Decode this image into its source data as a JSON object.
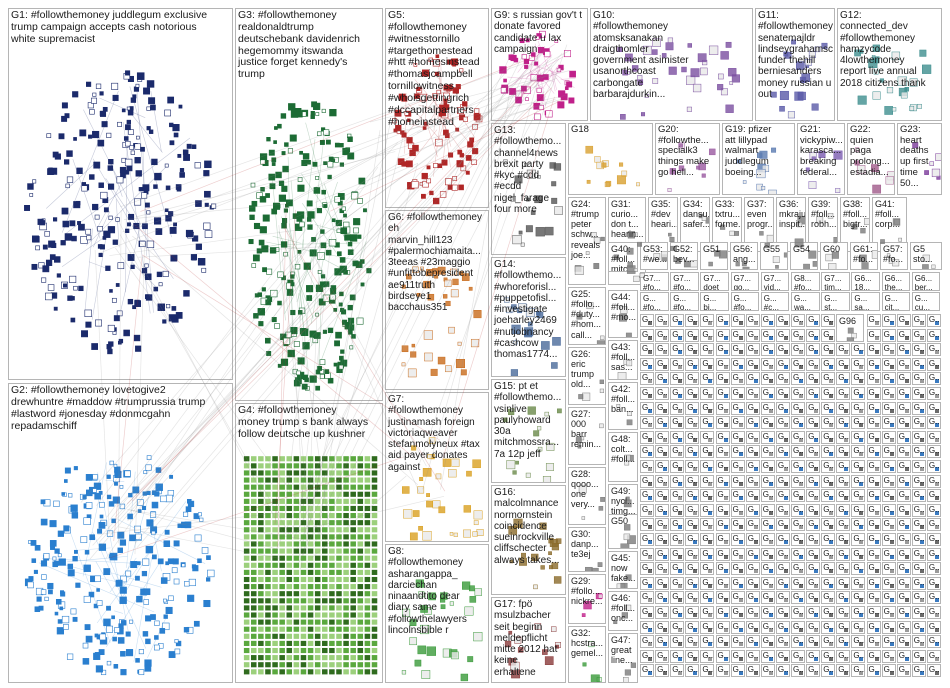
{
  "groups": [
    {
      "id": "G1",
      "label": "G1: #followthemoney juddlegum exclusive\ntrump campaign accepts cash notorious\nwhite supremacist",
      "color": "#1b2a6b",
      "pattern": "oval"
    },
    {
      "id": "G2",
      "label": "G2: #followthemoney lovetogive2\ndrewhuntre #maddow #trumprussia trump\n#lastword #jonesday #donmcgahn\nrepadamschiff",
      "color": "#2a7fcf",
      "pattern": "oval"
    },
    {
      "id": "G3",
      "label": "G3: #followthemoney\nrealdonaldtrump\ndeutschebank davidenrich\nhegemommy itswanda\njustice forget kennedy's\ntrump",
      "color": "#1c6b34",
      "pattern": "oval"
    },
    {
      "id": "G4",
      "label": "G4: #followthemoney\nmoney trump s bank always\nfollow deutsche up kushner",
      "color": "#3d8f2a",
      "pattern": "grid"
    },
    {
      "id": "G5",
      "label": "G5: #followthemoney\n#witnesstornillo\n#targethomestead\n#htt #homesinstead\n#thomasjcampbell\ntornillowitness\n#whoisgettingrich\n#dccapitalpartners\n#homeinstead",
      "color": "#b02626",
      "pattern": "oval"
    },
    {
      "id": "G6",
      "label": "G6: #followthemoney eh\nmarvin_hill123\n#palermochiamaita...\n3teeas #23maggio\n#unfittobepresident\nae911truth\nbirdseye1\nbacchaus351",
      "color": "#c86a1a",
      "pattern": "scatter"
    },
    {
      "id": "G7",
      "label": "G7:\n#followthemoney\njustinamash foreign\nvictoriaqweaver\nstefanmolyneux #tax\naid payer donates\nagainst",
      "color": "#d9a020",
      "pattern": "scatter"
    },
    {
      "id": "G8",
      "label": "G8:\n#followthemoney\nasharangappa_\ndarciechan\nninaandtito dear\ndiary same\n#followthelawyers\nlincolnsbible r",
      "color": "#3a9a3a",
      "pattern": "scatter"
    },
    {
      "id": "G9",
      "label": "G9: s russian gov't t\ndonate favored\ncandidate u lax\ncampaign",
      "color": "#c0208a",
      "pattern": "oval"
    },
    {
      "id": "G10",
      "label": "G10:\n#followthemoney\natomsksanakan\ndraigthomler\ngovernment asimister\nusanorthcoast\ncarbongate\nbarbarajdurkin...",
      "color": "#7b4fa0",
      "pattern": "scatter"
    },
    {
      "id": "G11",
      "label": "G11:\n#followthemoney\nsenatemajldr\nlindseygrahamsc\nfunder thehill\nberniesanders\nmoney russian u out",
      "color": "#5a5aa8",
      "pattern": "scatter"
    },
    {
      "id": "G12",
      "label": "G12:\nconnected_dev\n#followthemoney\nhamzycode\n4lowthemoney\nreport live annual\n2018 citizens thank",
      "color": "#3e8e8e",
      "pattern": "scatter"
    },
    {
      "id": "G13",
      "label": "G13:\n#followthemo...\nchannel4news\nbrexit party\n#kyc #cdd\n#ecdd\nnigel_farage\nfour more",
      "color": "#555555",
      "pattern": "scatter"
    },
    {
      "id": "G14",
      "label": "G14:\n#followthemo...\n#whoreforisl...\n#puppetofisl...\n#investigate\njoeharley2469\n#nutjobnancy\n#cashcow\nthomas1774...",
      "color": "#4a6a9a",
      "pattern": "scatter"
    },
    {
      "id": "G15",
      "label": "G15: pt et\n#followthemo...\nvsinlive\npaulyhoward\n30a\nmitchmossra...\n7a 12p jeff",
      "color": "#6a8a4a",
      "pattern": "scatter"
    },
    {
      "id": "G16",
      "label": "G16:\nmalcolmnance\nnormornstein\ncoincidence\nsueinrockville\ncliffschecter\nalways takes...",
      "color": "#8a6a2a",
      "pattern": "scatter"
    },
    {
      "id": "G17",
      "label": "G17: fpö\nmsulzbacher\nseit beginn\nmeldepflicht\nmitte 2012 hat\nkeine\nerhaltene",
      "color": "#8a3a3a",
      "pattern": "scatter"
    },
    {
      "id": "G18",
      "label": "G18",
      "color": "#d8a030",
      "pattern": "scatter"
    },
    {
      "id": "G19",
      "label": "G19: pfizer\natt lillypad\nwalmart\njuddlegum\nboeing...",
      "color": "#5a7ab0",
      "pattern": "scatter"
    },
    {
      "id": "G20",
      "label": "G20:\n#followthe...\nspecialk3\nthings make\ngo hell...",
      "color": "#9a5aa0",
      "pattern": "scatter"
    },
    {
      "id": "G21",
      "label": "G21:\nvickypiw...\nkarasca...\nbreaking\nfederal...",
      "color": "#7a5ab0",
      "pattern": "scatter"
    },
    {
      "id": "G22",
      "label": "G22:\nquien\npaga\nprolong...\nestadia...",
      "color": "#a05a8a",
      "pattern": "scatter"
    },
    {
      "id": "G23",
      "label": "G23:\nheart\ndeaths\nup first\ntime 50...",
      "color": "#7a3a9a",
      "pattern": "scatter"
    },
    {
      "id": "G24",
      "label": "G24:\n#trump\npeter\nschw...\nreveals\njoe...",
      "color": "#707070",
      "pattern": "scatter"
    },
    {
      "id": "G25",
      "label": "G25:\n#follo...\n#duty...\n#hom...\ncall...",
      "color": "#7a7a7a",
      "pattern": "scatter"
    },
    {
      "id": "G26",
      "label": "G26:\neric\ntrump\nold...",
      "color": "#7a7a7a",
      "pattern": "scatter"
    },
    {
      "id": "G27",
      "label": "G27:\n000\nbarr\nremin...",
      "color": "#7a7a7a",
      "pattern": "scatter"
    },
    {
      "id": "G28",
      "label": "G28:\nqooo...\none\nvery...",
      "color": "#7a7a7a",
      "pattern": "scatter"
    },
    {
      "id": "G29",
      "label": "G29:\n#follo...\nnickre...",
      "color": "#c0208a",
      "pattern": "scatter"
    },
    {
      "id": "G30",
      "label": "G30:\ndanp...\nte3ej",
      "color": "#7a7a7a",
      "pattern": "scatter"
    },
    {
      "id": "G31",
      "label": "G31:\ncurio...\ndon t...\nhearin...",
      "color": "#7a7a7a",
      "pattern": "scatter"
    },
    {
      "id": "G32",
      "label": "G32:\nhcstra...\ngemel...",
      "color": "#3a9a3a",
      "pattern": "scatter"
    },
    {
      "id": "G33",
      "label": "G33:\ntxtru...\nforme...",
      "color": "#7a7a7a",
      "pattern": "scatter"
    },
    {
      "id": "G34",
      "label": "G34:\ndansu...\nsafer...",
      "color": "#7a7a7a",
      "pattern": "scatter"
    },
    {
      "id": "G35",
      "label": "G35:\n#dev\nheari...",
      "color": "#7a7a7a",
      "pattern": "scatter"
    },
    {
      "id": "G36",
      "label": "G36:\nmkraju\ninspit...",
      "color": "#7a7a7a",
      "pattern": "scatter"
    },
    {
      "id": "G37",
      "label": "G37:\neven\nprogr...",
      "color": "#7a7a7a",
      "pattern": "scatter"
    },
    {
      "id": "G38",
      "label": "G38:\n#foll...\nbigtr...",
      "color": "#7a7a7a",
      "pattern": "scatter"
    },
    {
      "id": "G39",
      "label": "G39:\n#foll...\nrobh...",
      "color": "#7a7a7a",
      "pattern": "scatter"
    },
    {
      "id": "G40",
      "label": "G40:\n#foll...\nmitc...",
      "color": "#7a7a7a",
      "pattern": "scatter"
    },
    {
      "id": "G41",
      "label": "G41:\n#foll...\ncorp...",
      "color": "#7a7a7a",
      "pattern": "scatter"
    },
    {
      "id": "G42",
      "label": "G42:\n#foll...\nban...",
      "color": "#7a7a7a",
      "pattern": "scatter"
    },
    {
      "id": "G43",
      "label": "G43:\n#foll...\nsas...",
      "color": "#7a7a7a",
      "pattern": "scatter"
    },
    {
      "id": "G44",
      "label": "G44:\n#foll...\n#mo...",
      "color": "#7a7a7a",
      "pattern": "scatter"
    },
    {
      "id": "G45",
      "label": "G45:\nnow\nfake...",
      "color": "#7a7a7a",
      "pattern": "scatter"
    },
    {
      "id": "G46",
      "label": "G46:\n#foll...\nonc...",
      "color": "#7a7a7a",
      "pattern": "scatter"
    },
    {
      "id": "G47",
      "label": "G47:\ngreat\nline...",
      "color": "#7a7a7a",
      "pattern": "scatter"
    },
    {
      "id": "G48",
      "label": "G48:\ncolt...\n#foll...",
      "color": "#7a7a7a",
      "pattern": "scatter"
    },
    {
      "id": "G49",
      "label": "G49:\nnycl...\ntimg...",
      "color": "#7a7a7a",
      "pattern": "scatter"
    },
    {
      "id": "G50",
      "label": "G50",
      "color": "#7a7a7a",
      "pattern": "scatter"
    },
    {
      "id": "G51",
      "label": "G51",
      "color": "#7a7a7a",
      "pattern": "scatter"
    },
    {
      "id": "G52",
      "label": "G52:\nbev...",
      "color": "#7a7a7a",
      "pattern": "scatter"
    },
    {
      "id": "G53",
      "label": "G53:\n#we...",
      "color": "#7a7a7a",
      "pattern": "scatter"
    },
    {
      "id": "G54",
      "label": "G54",
      "color": "#7a7a7a",
      "pattern": "scatter"
    },
    {
      "id": "G55",
      "label": "G55",
      "color": "#7a7a7a",
      "pattern": "scatter"
    },
    {
      "id": "G56",
      "label": "G56:\nang...",
      "color": "#7a7a7a",
      "pattern": "scatter"
    },
    {
      "id": "G57",
      "label": "G57:\n#fo...",
      "color": "#7a7a7a",
      "pattern": "scatter"
    },
    {
      "id": "G60",
      "label": "G60",
      "color": "#7a7a7a",
      "pattern": "scatter"
    },
    {
      "id": "G61",
      "label": "G61:\n#fo...",
      "color": "#7a7a7a",
      "pattern": "scatter"
    },
    {
      "id": "G5b",
      "label": "G5\nsto...",
      "color": "#7a7a7a",
      "pattern": "scatter"
    },
    {
      "id": "G96",
      "label": "G96",
      "color": "#7a7a7a",
      "pattern": "scatter"
    },
    {
      "id": "Gmini",
      "label": "G...",
      "color": "#7a7a7a",
      "pattern": "mini"
    }
  ],
  "mini_row_labels": [
    [
      "G7...\n#fo...",
      "G7...\n#fo...",
      "G7...\ndoet",
      "G7...\ngo...",
      "G7...\nvid...",
      "G8...\n#fo...",
      "G7...\ntim...",
      "G6...\n18...",
      "G6...\nthe...",
      "G6...\nber..."
    ],
    [
      "G...\n#fo...",
      "G...\n#fo...",
      "G...\nbi...",
      "G...\n#fo...",
      "G...\n#c...",
      "G...\nwa...",
      "G...\nst...",
      "G...\nsa...",
      "G...\ncit...",
      "G...\ncu..."
    ]
  ],
  "mini_text": "G..."
}
